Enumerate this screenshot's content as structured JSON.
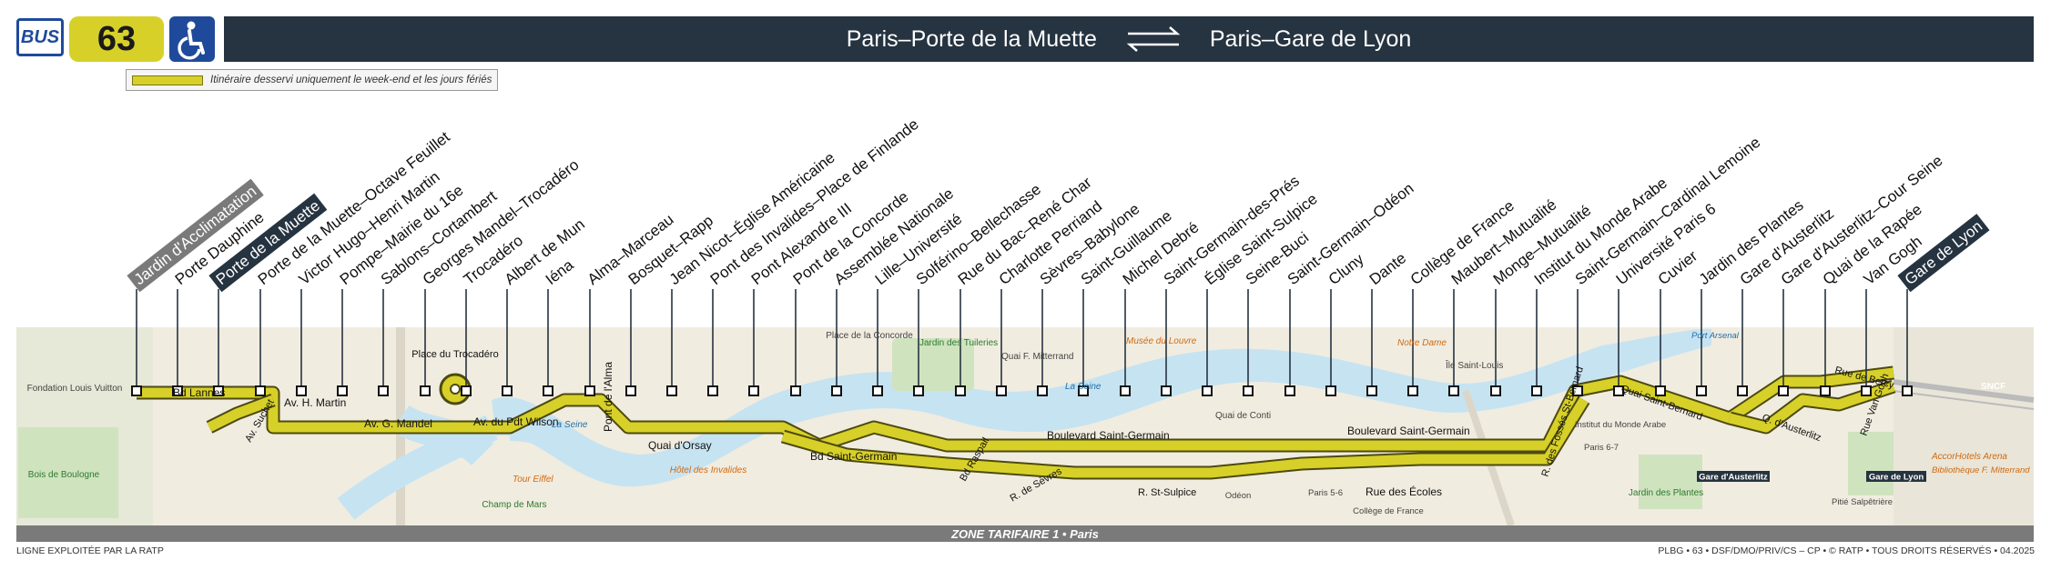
{
  "header": {
    "mode_label": "BUS",
    "line_number": "63",
    "terminus_from": "Paris–Porte de la Muette",
    "terminus_to": "Paris–Gare de Lyon",
    "accessible_icon": "wheelchair-icon"
  },
  "legend": {
    "text": "Itinéraire desservi uniquement le week-end et les jours fériés"
  },
  "stops": [
    {
      "name": "Jardin d'Acclimatation",
      "style": "grey-box"
    },
    {
      "name": "Porte Dauphine",
      "style": "plain"
    },
    {
      "name": "Porte de la Muette",
      "style": "dark-box"
    },
    {
      "name": "Porte de la Muette–Octave Feuillet",
      "style": "plain"
    },
    {
      "name": "Victor Hugo–Henri Martin",
      "style": "plain"
    },
    {
      "name": "Pompe–Mairie du 16e",
      "style": "plain"
    },
    {
      "name": "Sablons–Cortambert",
      "style": "plain"
    },
    {
      "name": "Georges Mandel–Trocadéro",
      "style": "plain"
    },
    {
      "name": "Trocadéro",
      "style": "plain"
    },
    {
      "name": "Albert de Mun",
      "style": "plain"
    },
    {
      "name": "Iéna",
      "style": "plain"
    },
    {
      "name": "Alma–Marceau",
      "style": "plain"
    },
    {
      "name": "Bosquet–Rapp",
      "style": "plain"
    },
    {
      "name": "Jean Nicot–Église Américaine",
      "style": "plain"
    },
    {
      "name": "Pont des Invalides–Place de Finlande",
      "style": "plain"
    },
    {
      "name": "Pont Alexandre III",
      "style": "plain"
    },
    {
      "name": "Pont de la Concorde",
      "style": "plain"
    },
    {
      "name": "Assemblée Nationale",
      "style": "plain"
    },
    {
      "name": "Lille–Université",
      "style": "plain"
    },
    {
      "name": "Solférino–Bellechasse",
      "style": "plain"
    },
    {
      "name": "Rue du Bac–René Char",
      "style": "plain"
    },
    {
      "name": "Charlotte Perriand",
      "style": "plain"
    },
    {
      "name": "Sèvres–Babylone",
      "style": "plain"
    },
    {
      "name": "Saint-Guillaume",
      "style": "plain"
    },
    {
      "name": "Michel Debré",
      "style": "plain"
    },
    {
      "name": "Saint-Germain-des-Prés",
      "style": "plain"
    },
    {
      "name": "Église Saint-Sulpice",
      "style": "plain"
    },
    {
      "name": "Seine-Buci",
      "style": "plain"
    },
    {
      "name": "Saint-Germain–Odéon",
      "style": "plain"
    },
    {
      "name": "Cluny",
      "style": "plain"
    },
    {
      "name": "Dante",
      "style": "plain"
    },
    {
      "name": "Collège de France",
      "style": "plain"
    },
    {
      "name": "Maubert–Mutualité",
      "style": "plain"
    },
    {
      "name": "Monge–Mutualité",
      "style": "plain"
    },
    {
      "name": "Institut du Monde Arabe",
      "style": "plain"
    },
    {
      "name": "Saint-Germain–Cardinal Lemoine",
      "style": "plain"
    },
    {
      "name": "Université Paris 6",
      "style": "plain"
    },
    {
      "name": "Cuvier",
      "style": "plain"
    },
    {
      "name": "Jardin des Plantes",
      "style": "plain"
    },
    {
      "name": "Gare d'Austerlitz",
      "style": "plain"
    },
    {
      "name": "Gare d'Austerlitz–Cour Seine",
      "style": "plain"
    },
    {
      "name": "Quai de la Rapée",
      "style": "plain"
    },
    {
      "name": "Van Gogh",
      "style": "plain"
    },
    {
      "name": "Gare de Lyon",
      "style": "dark-box"
    }
  ],
  "map_labels": {
    "fondation": "Fondation Louis Vuitton",
    "bois": "Bois de Boulogne",
    "bd_lannes": "Bd Lannes",
    "av_suchet": "Av. Suchet",
    "av_h_martin": "Av. H. Martin",
    "av_g_mandel": "Av. G. Mandel",
    "place_trocadero": "Place du Trocadéro",
    "av_pdt_wilson": "Av. du Pdt Wilson",
    "la_seine_1": "La Seine",
    "tour_eiffel": "Tour Eiffel",
    "champ_de_mars": "Champ de Mars",
    "pont_alma": "Pont de l'Alma",
    "quai_orsay": "Quai d'Orsay",
    "hotel_invalides": "Hôtel des Invalides",
    "jardin_tuileries": "Jardin des Tuileries",
    "place_concorde": "Place de la Concorde",
    "bd_st_germain_1": "Bd Saint-Germain",
    "quai_f_mitterrand": "Quai F. Mitterrand",
    "musee_louvre": "Musée du Louvre",
    "la_seine_2": "La Seine",
    "bd_raspail": "Bd Raspail",
    "r_sevres": "R. de Sèvres",
    "bd_st_germain_2": "Boulevard Saint-Germain",
    "r_st_sulpice": "R. St-Sulpice",
    "quai_conti": "Quai de Conti",
    "notre_dame": "Notre Dame",
    "ile_st_louis": "Île Saint-Louis",
    "bd_st_germain_3": "Boulevard Saint-Germain",
    "rue_des_ecoles": "Rue des Écoles",
    "rue_fosses": "R. des Fossés St-Bernard",
    "quai_st_bernard": "Quai Saint-Bernard",
    "jardin_plantes": "Jardin des Plantes",
    "d_austerlitz": "Q. d'Austerlitz",
    "rue_de_bercy": "Rue de Bercy",
    "van_gogh_rue": "Rue Van Gogh",
    "gare_austerlitz_box": "Gare d'Austerlitz",
    "gare_lyon_box": "Gare de Lyon",
    "accor_arena": "AccorHotels Arena",
    "bibliotheque": "Bibliothèque F. Mitterrand",
    "pitie": "Pitié Salpêtrière",
    "sncf": "SNCF",
    "paris_56": "Paris 5-6",
    "paris_67": "Paris 6-7",
    "institut_monde_arabe": "Institut du Monde Arabe",
    "college_france": "Collège de France",
    "odeon": "Odéon",
    "port_arsenal": "Port Arsenal"
  },
  "zone": {
    "text": "ZONE TARIFAIRE 1 • Paris"
  },
  "footer": {
    "left": "LIGNE EXPLOITÉE PAR LA RATP",
    "right": "PLBG • 63 • DSF/DMO/PRIV/CS – CP • © RATP • TOUS DROITS RÉSERVÉS • 04.2025"
  },
  "colors": {
    "line": "#d7d028",
    "line_border": "#4d4a10",
    "dark": "#263340",
    "water": "#c6e3f2",
    "land": "#f1ece0",
    "park": "#cfe3bf",
    "zone": "#7a7a7a"
  }
}
